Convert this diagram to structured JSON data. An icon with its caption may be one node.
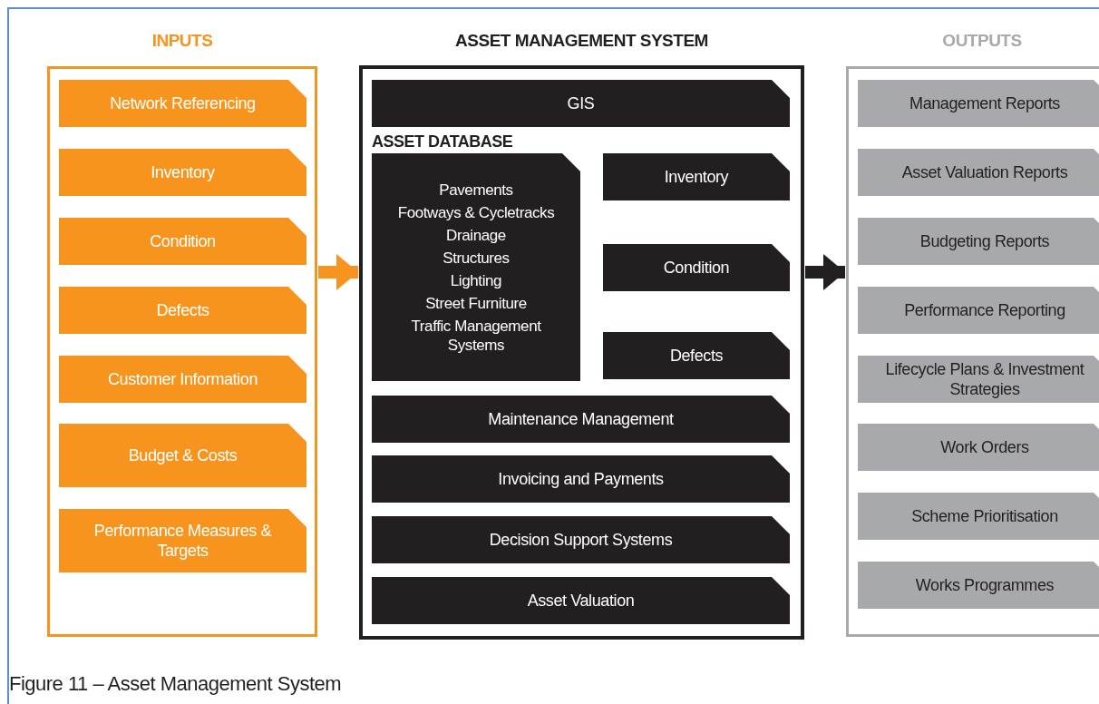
{
  "diagram": {
    "caption": "Figure 11 – Asset Management System",
    "nodes": [
      {
        "text": [
          "INPUTS"
        ]
      },
      {
        "text": [
          "Network Referencing"
        ],
        "in": 0
      },
      {
        "text": [
          "Inventory"
        ],
        "in": 0
      },
      {
        "text": [
          "Condition"
        ],
        "in": 0
      },
      {
        "text": [
          "Defects"
        ],
        "in": 0
      },
      {
        "text": [
          "Customer Information"
        ],
        "in": 0
      },
      {
        "text": [
          "Budget & Costs"
        ],
        "in": 0
      },
      {
        "text": [
          "Performance Measures & Targets"
        ],
        "in": 0
      },
      {
        "text": [
          "ASSET MANAGEMENT SYSTEM"
        ]
      },
      {
        "text": [
          "GIS"
        ],
        "in": 8
      },
      {
        "text": [
          "ASSET DATABASE",
          "Pavements",
          "Footways & Cycletracks",
          "Drainage",
          "Structures",
          "Lighting",
          "Street Furniture",
          "Traffic Management Systems"
        ],
        "in": 8
      },
      {
        "text": [
          "Inventory"
        ],
        "in": 8
      },
      {
        "text": [
          "Condition"
        ],
        "in": 8
      },
      {
        "text": [
          "Defects"
        ],
        "in": 8
      },
      {
        "text": [
          "Maintenance Management"
        ],
        "in": 8
      },
      {
        "text": [
          "Invoicing and Payments"
        ],
        "in": 8
      },
      {
        "text": [
          "Decision Support Systems"
        ],
        "in": 8
      },
      {
        "text": [
          "Asset Valuation"
        ],
        "in": 8
      },
      {
        "text": [
          "OUTPUTS"
        ]
      },
      {
        "text": [
          "Management Reports"
        ],
        "in": 18
      },
      {
        "text": [
          "Asset Valuation Reports"
        ],
        "in": 18
      },
      {
        "text": [
          "Budgeting Reports"
        ],
        "in": 18
      },
      {
        "text": [
          "Performance Reporting"
        ],
        "in": 18
      },
      {
        "text": [
          "Lifecycle Plans & Investment Strategies"
        ],
        "in": 18
      },
      {
        "text": [
          "Work Orders"
        ],
        "in": 18
      },
      {
        "text": [
          "Scheme Prioritisation"
        ],
        "in": 18
      },
      {
        "text": [
          "Works Programmes"
        ],
        "in": 18
      }
    ],
    "edges": [
      {
        "from": 0,
        "to": 8,
        "arrow": "to",
        "color": "#f7941d"
      },
      {
        "from": 8,
        "to": 18,
        "arrow": "to",
        "color": "#231f20"
      }
    ]
  }
}
